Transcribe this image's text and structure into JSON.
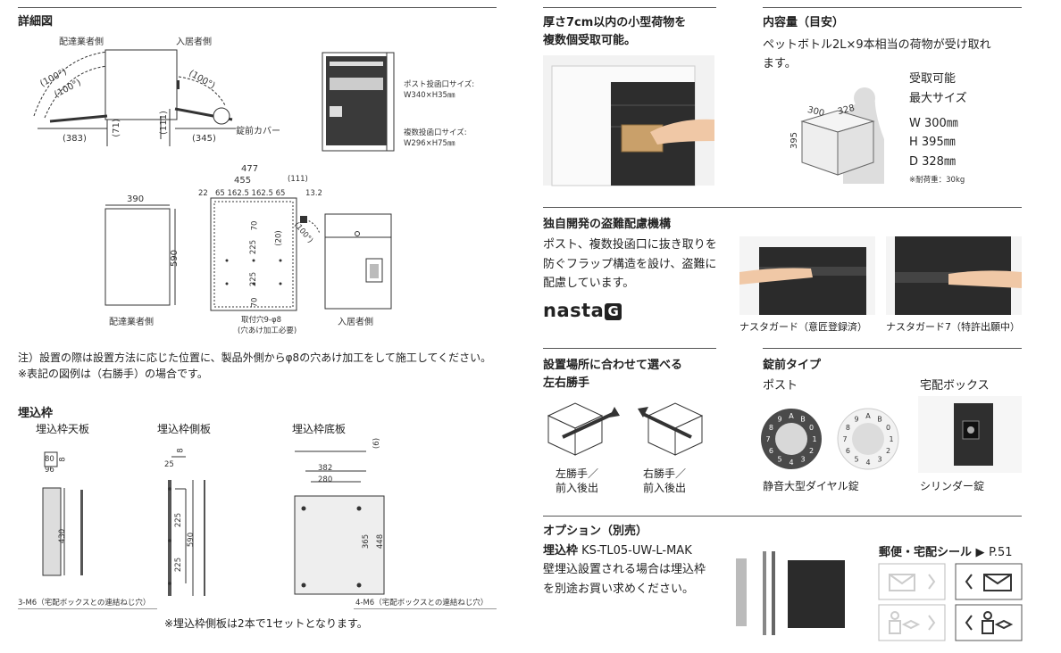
{
  "left": {
    "detail_title": "詳細図",
    "top_left_labels": {
      "delivery_side": "配達業者側",
      "resident_side": "入居者側",
      "angle_a": "(100°)",
      "angle_b": "(100°)",
      "angle_c": "(100°)",
      "d383": "(383)",
      "d71": "(71)",
      "d111": "(111)",
      "d345": "(345)",
      "lock_cover": "錠前カバー"
    },
    "front_labels": {
      "post_slot_label": "ポスト投函口サイズ:",
      "post_slot_value": "W340×H35㎜",
      "multi_slot_label": "複数投函口サイズ:",
      "multi_slot_value": "W296×H75㎜"
    },
    "mid_labels": {
      "d390": "390",
      "d590": "590",
      "d477": "477",
      "d455": "455",
      "d111b": "(111)",
      "d22": "22",
      "seq": "65 162.5 162.5 65",
      "d13_2": "13.2",
      "d70a": "70",
      "d225a": "225",
      "d225b": "225",
      "d70b": "70",
      "d20": "(20)",
      "angle_d": "(100°)",
      "delivery_side2": "配達業者側",
      "resident_side2": "入居者側",
      "hole_note1": "取付穴9-φ8",
      "hole_note2": "(穴あけ加工必要)"
    },
    "note1": "注）設置の際は設置方法に応じた位置に、製品外側からφ8の穴あけ加工をして施工してください。",
    "note2": "※表記の図例は（右勝手）の場合です。",
    "frame_title": "埋込枠",
    "frame_labels": {
      "top": "埋込枠天板",
      "side": "埋込枠側板",
      "bottom": "埋込枠底板"
    },
    "frame_dims": {
      "d80": "80",
      "d96": "96",
      "d8a": "8",
      "d430": "430",
      "d8b": "8",
      "d25": "25",
      "d225c": "225",
      "d225d": "225",
      "d590b": "590",
      "d6": "(6)",
      "d382": "382",
      "d280": "280",
      "d365": "365",
      "d448": "448",
      "m6_left": "3-M6（宅配ボックスとの連結ねじ穴）",
      "m6_right": "4-M6（宅配ボックスとの連結ねじ穴）"
    },
    "frame_note": "※埋込枠側板は2本で1セットとなります。"
  },
  "right": {
    "capacity_feature": {
      "title_line1": "厚さ7cm以内の小型荷物を",
      "title_line2": "複数個受取可能。"
    },
    "volume": {
      "title": "内容量（目安）",
      "desc_line1": "ペットボトル2L×9本相当の荷物が受け取れ",
      "desc_line2": "ます。",
      "max_label1": "受取可能",
      "max_label2": "最大サイズ",
      "w": "W 300㎜",
      "h": "H 395㎜",
      "d": "D 328㎜",
      "load": "※耐荷重：30kg",
      "box_w": "300",
      "box_d": "328",
      "box_h": "395"
    },
    "antitheft": {
      "title": "独自開発の盗難配慮機構",
      "line1": "ポスト、複数投函口に抜き取りを",
      "line2": "防ぐフラップ構造を設け、盗難に",
      "line3": "配慮しています。",
      "logo_text": "nasta",
      "logo_badge": "G",
      "cap1": "ナスタガード（意匠登録済）",
      "cap2": "ナスタガード7（特許出願中）"
    },
    "handedness": {
      "title_line1": "設置場所に合わせて選べる",
      "title_line2": "左右勝手",
      "left_cap1": "左勝手／",
      "left_cap2": "前入後出",
      "right_cap1": "右勝手／",
      "right_cap2": "前入後出"
    },
    "lock": {
      "title": "錠前タイプ",
      "post_label": "ポスト",
      "box_label": "宅配ボックス",
      "dial_cap": "静音大型ダイヤル錠",
      "cyl_cap": "シリンダー錠",
      "dial_chars": "AB0123456789"
    },
    "option": {
      "title": "オプション（別売）",
      "item_bold": "埋込枠",
      "item_code": "KS-TL05-UW-L-MAK",
      "line2": "壁埋込設置される場合は埋込枠",
      "line3": "を別途お買い求めください。",
      "seal_title": "郵便・宅配シール",
      "seal_arrow": "▶",
      "seal_page": "P.51"
    }
  }
}
